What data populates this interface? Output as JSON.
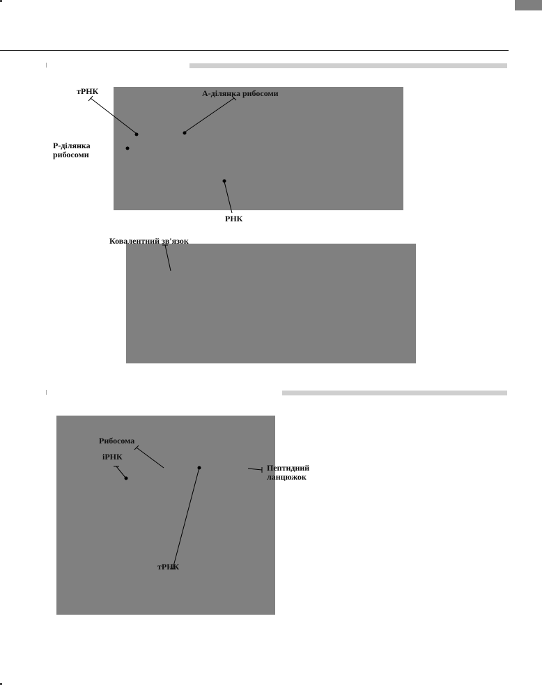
{
  "colors": {
    "photo_gray": "#808080",
    "section_bar": "#cfcfcf",
    "corner_tab": "#7f7f7f"
  },
  "figure1": {
    "labels": {
      "trna": "тРНК",
      "a_site": "А-ділянка рибосоми",
      "p_site": "Р-ділянка\nрибосоми",
      "rna": "РНК"
    }
  },
  "figure2": {
    "labels": {
      "covalent_bond": "Ковалентний зв'язок"
    }
  },
  "figure3": {
    "labels": {
      "ribosome": "Рибосома",
      "irna": "іРНК",
      "peptide_chain": "Пептидний\nланцюжок",
      "trna": "тРНК"
    }
  }
}
